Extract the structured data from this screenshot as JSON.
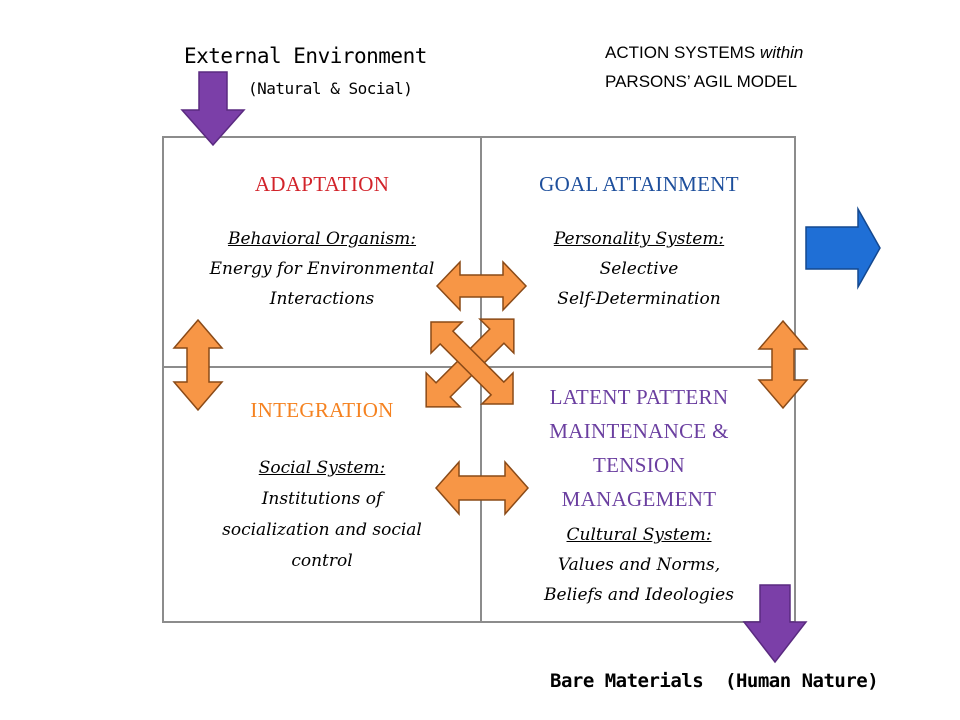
{
  "external": {
    "title": "External Environment",
    "subtitle": "(Natural & Social)"
  },
  "model": {
    "line1_plain": "ACTION SYSTEMS ",
    "line1_italic": "within",
    "line2": "PARSONS’ AGIL MODEL"
  },
  "quadrants": {
    "adaptation": {
      "heading": "ADAPTATION",
      "system": "Behavioral Organism:",
      "lines": [
        "Energy for Environmental",
        "Interactions"
      ]
    },
    "goal": {
      "heading": "GOAL ATTAINMENT",
      "system": "Personality System:",
      "lines": [
        "Selective",
        "Self-Determination"
      ]
    },
    "integration": {
      "heading": "INTEGRATION",
      "system": "Social System:",
      "lines": [
        "Institutions of",
        "socialization and social",
        "control"
      ]
    },
    "latency": {
      "heading_lines": [
        "LATENT PATTERN",
        "MAINTENANCE &",
        "TENSION",
        "MANAGEMENT"
      ],
      "system": "Cultural System:",
      "lines": [
        "Values and Norms,",
        "Beliefs and Ideologies"
      ]
    }
  },
  "bottom": {
    "label": "Bare Materials  (Human Nature)"
  },
  "colors": {
    "adaptation": "#d2232a",
    "goal": "#1e4f9c",
    "integration": "#f58220",
    "latency": "#6b3fa0",
    "double_arrow_fill": "#f79646",
    "down_arrow_fill": "#7b3fa8",
    "right_arrow_fill": "#1f6fd6"
  }
}
